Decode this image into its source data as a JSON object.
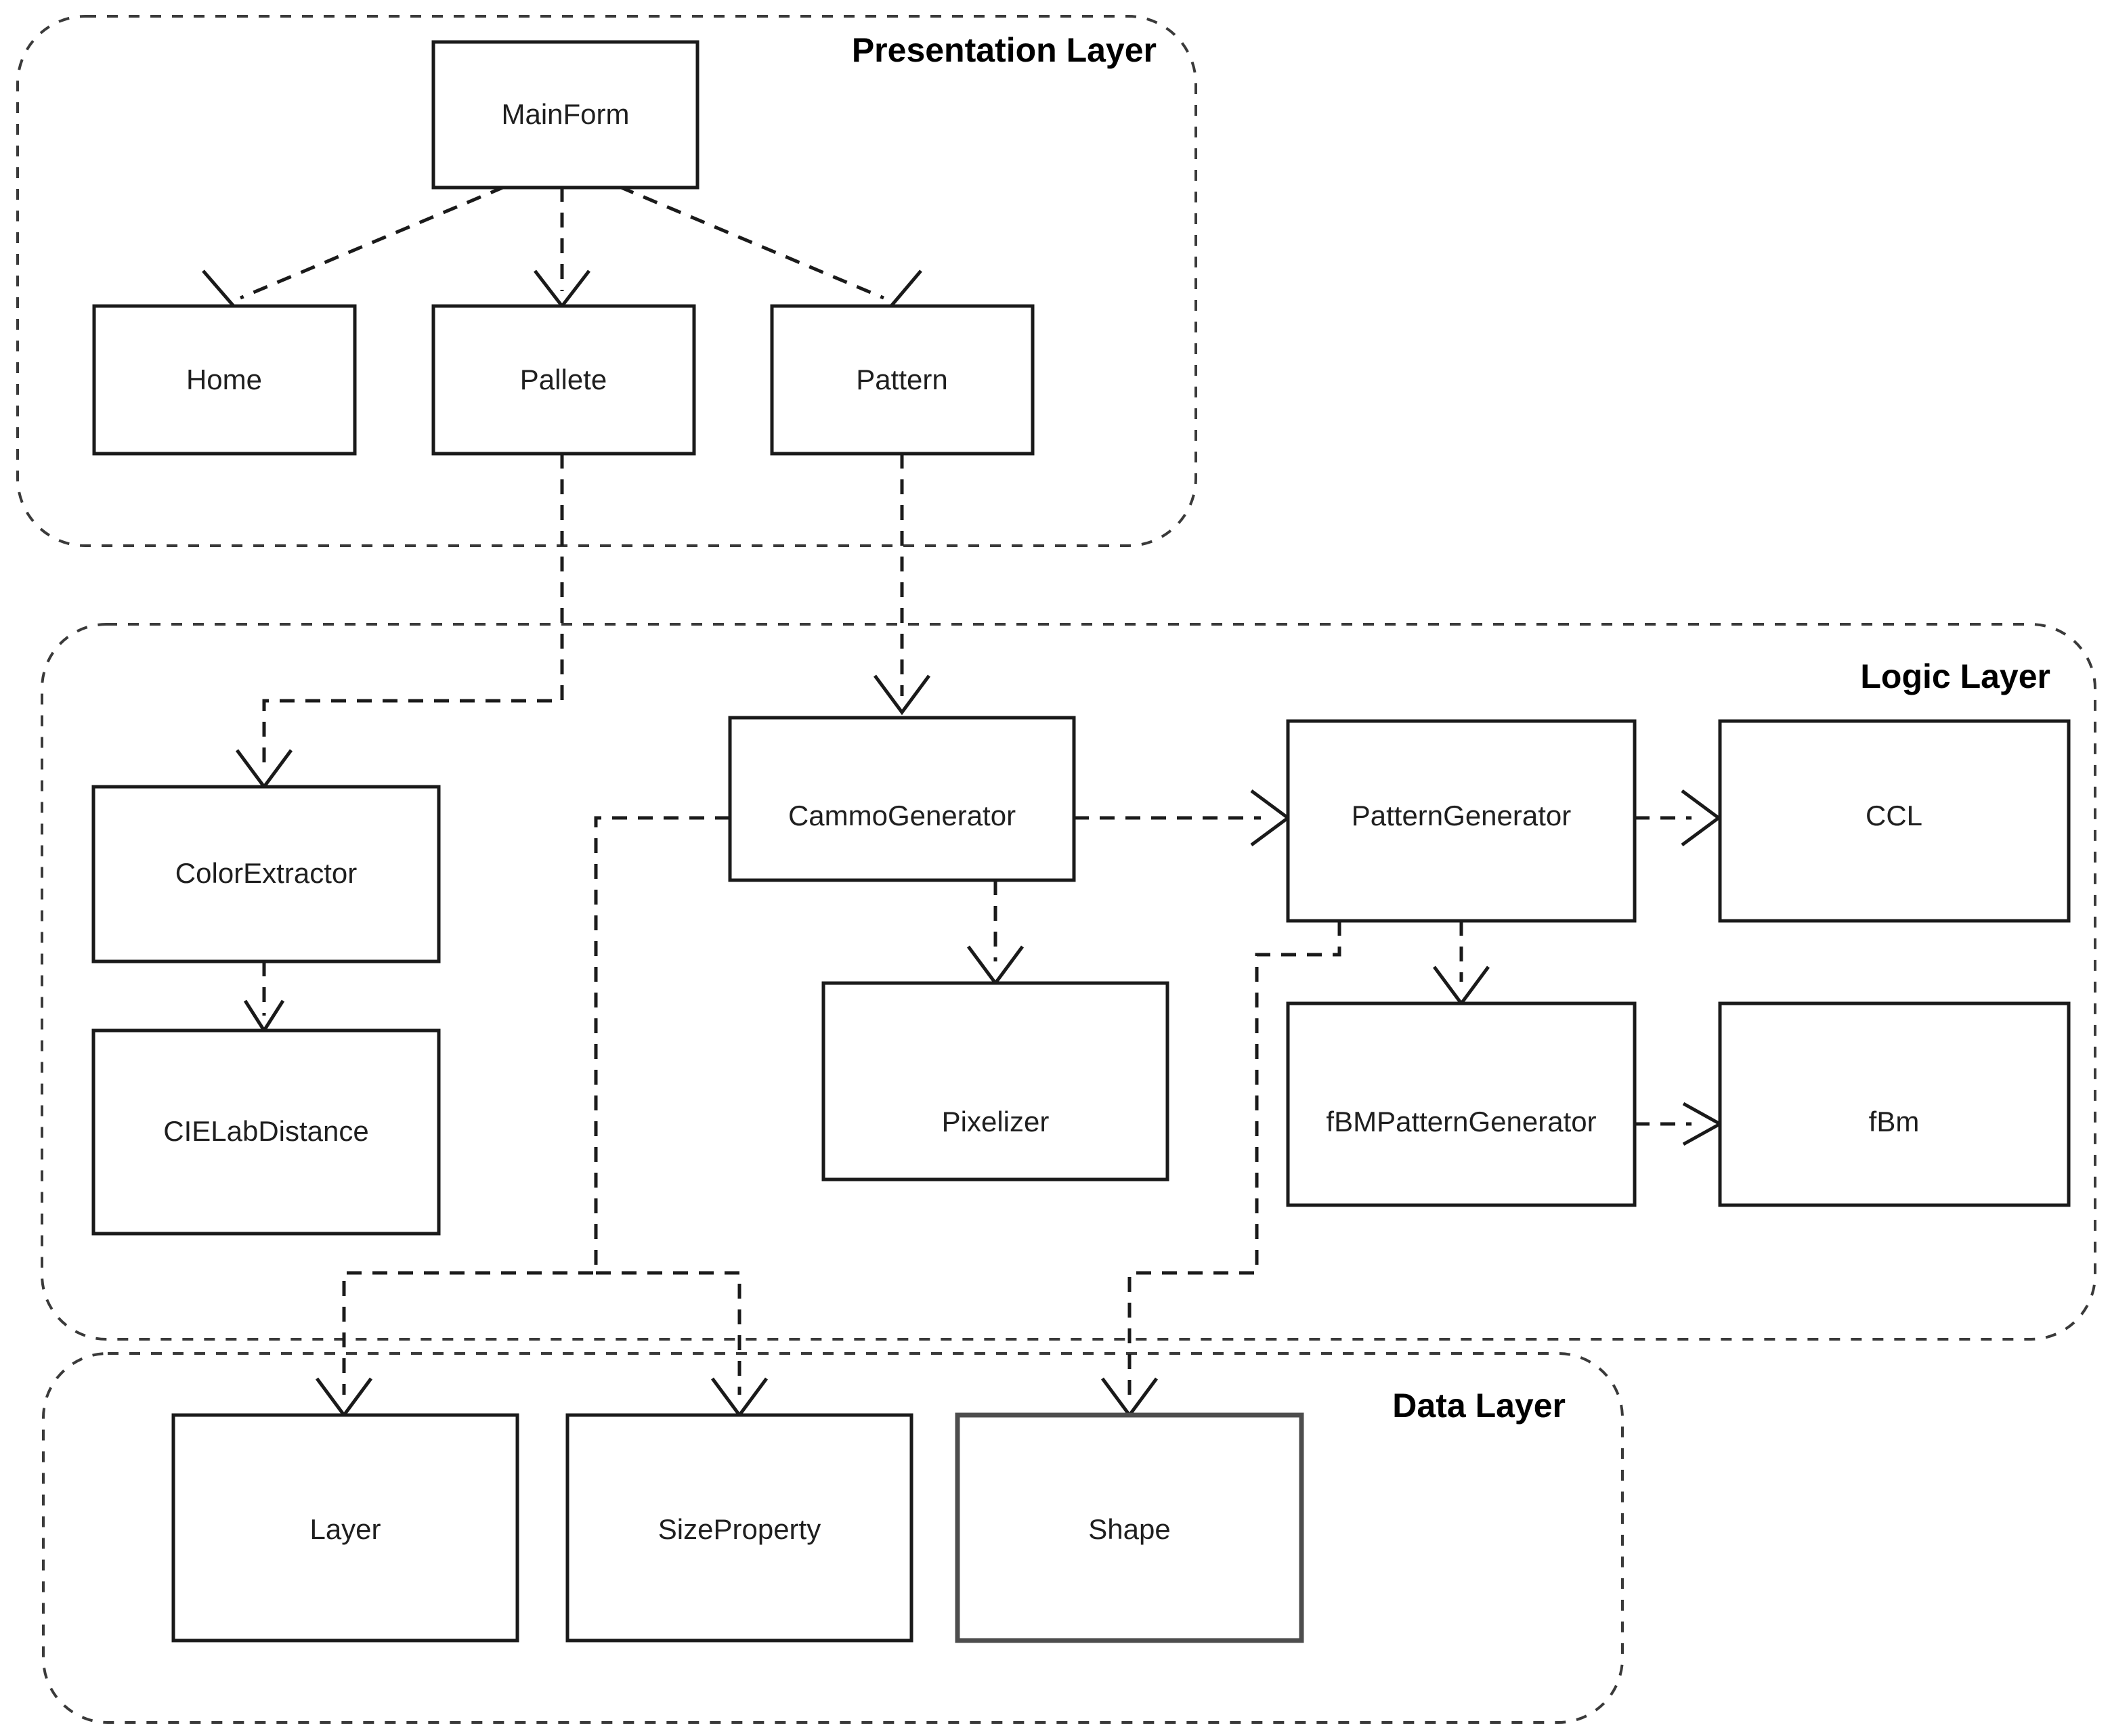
{
  "diagram": {
    "title": "Three-Layer Architecture Diagram",
    "style": {
      "box_stroke": "#1a1a1a",
      "box_fill": "#ffffff",
      "container_stroke": "#3a3a3a",
      "text_color": "#1f1f1f",
      "background": "#ffffff"
    },
    "layers": [
      {
        "id": "presentation",
        "title": "Presentation Layer",
        "nodes": [
          {
            "id": "mainform",
            "label": "MainForm"
          },
          {
            "id": "home",
            "label": "Home"
          },
          {
            "id": "pallete",
            "label": "Pallete"
          },
          {
            "id": "pattern",
            "label": "Pattern"
          }
        ]
      },
      {
        "id": "logic",
        "title": "Logic Layer",
        "nodes": [
          {
            "id": "colorextractor",
            "label": "ColorExtractor"
          },
          {
            "id": "cielabdistance",
            "label": "CIELabDistance"
          },
          {
            "id": "cammogenerator",
            "label": "CammoGenerator"
          },
          {
            "id": "pixelizer",
            "label": "Pixelizer"
          },
          {
            "id": "patterngenerator",
            "label": "PatternGenerator"
          },
          {
            "id": "ccl",
            "label": "CCL"
          },
          {
            "id": "fbmpatterngenerator",
            "label": "fBMPatternGenerator"
          },
          {
            "id": "fbm",
            "label": "fBm"
          }
        ]
      },
      {
        "id": "data",
        "title": "Data Layer",
        "nodes": [
          {
            "id": "layer",
            "label": "Layer"
          },
          {
            "id": "sizeproperty",
            "label": "SizeProperty"
          },
          {
            "id": "shape",
            "label": "Shape"
          }
        ]
      }
    ],
    "edges": [
      {
        "from": "mainform",
        "to": "home"
      },
      {
        "from": "mainform",
        "to": "pallete"
      },
      {
        "from": "mainform",
        "to": "pattern"
      },
      {
        "from": "pallete",
        "to": "colorextractor"
      },
      {
        "from": "pattern",
        "to": "cammogenerator"
      },
      {
        "from": "colorextractor",
        "to": "cielabdistance"
      },
      {
        "from": "cammogenerator",
        "to": "pixelizer"
      },
      {
        "from": "cammogenerator",
        "to": "patterngenerator"
      },
      {
        "from": "patterngenerator",
        "to": "ccl"
      },
      {
        "from": "patterngenerator",
        "to": "fbmpatterngenerator"
      },
      {
        "from": "fbmpatterngenerator",
        "to": "fbm"
      },
      {
        "from": "cammogenerator",
        "to": "layer"
      },
      {
        "from": "cammogenerator",
        "to": "sizeproperty"
      },
      {
        "from": "patterngenerator",
        "to": "shape"
      }
    ]
  },
  "labels": {
    "presentation_layer": "Presentation Layer",
    "logic_layer": "Logic Layer",
    "data_layer": "Data Layer",
    "mainform": "MainForm",
    "home": "Home",
    "pallete": "Pallete",
    "pattern": "Pattern",
    "colorextractor": "ColorExtractor",
    "cielabdistance": "CIELabDistance",
    "cammogenerator": "CammoGenerator",
    "pixelizer": "Pixelizer",
    "patterngenerator": "PatternGenerator",
    "ccl": "CCL",
    "fbmpatterngenerator": "fBMPatternGenerator",
    "fbm": "fBm",
    "layer": "Layer",
    "sizeproperty": "SizeProperty",
    "shape": "Shape"
  }
}
